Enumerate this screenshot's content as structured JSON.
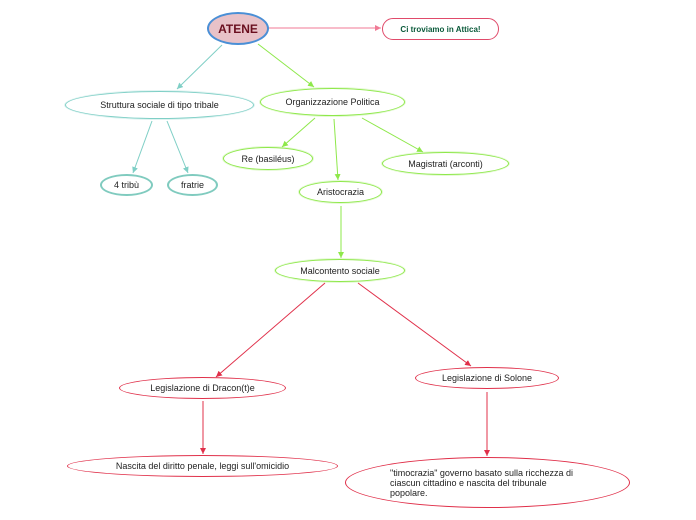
{
  "nodes": {
    "atene": "ATENE",
    "attica": "Ci troviamo in Attica!",
    "struttura": "Struttura sociale di tipo tribale",
    "organizzazione": "Organizzazione Politica",
    "tribu": "4 tribù",
    "fratrie": "fratrie",
    "re": "Re (basiléus)",
    "magistrati": "Magistrati (arconti)",
    "aristocrazia": "Aristocrazia",
    "malcontento": "Malcontento sociale",
    "dracon": "Legislazione di Dracon(t)e",
    "solone": "Legislazione di Solone",
    "nascita": "Nascita del diritto penale, leggi sull'omicidio",
    "timocrazia_1": "\"timocrazia\" governo basato sulla ricchezza di",
    "timocrazia_2": "ciascun cittadino e nascita del tribunale",
    "timocrazia_3": "popolare."
  },
  "colors": {
    "teal": "#7fcfc6",
    "green": "#8ee84a",
    "red": "#e0304a",
    "pink": "#e05a7a",
    "root_fill": "#e8c2c8",
    "root_border": "#4a8fd6"
  }
}
